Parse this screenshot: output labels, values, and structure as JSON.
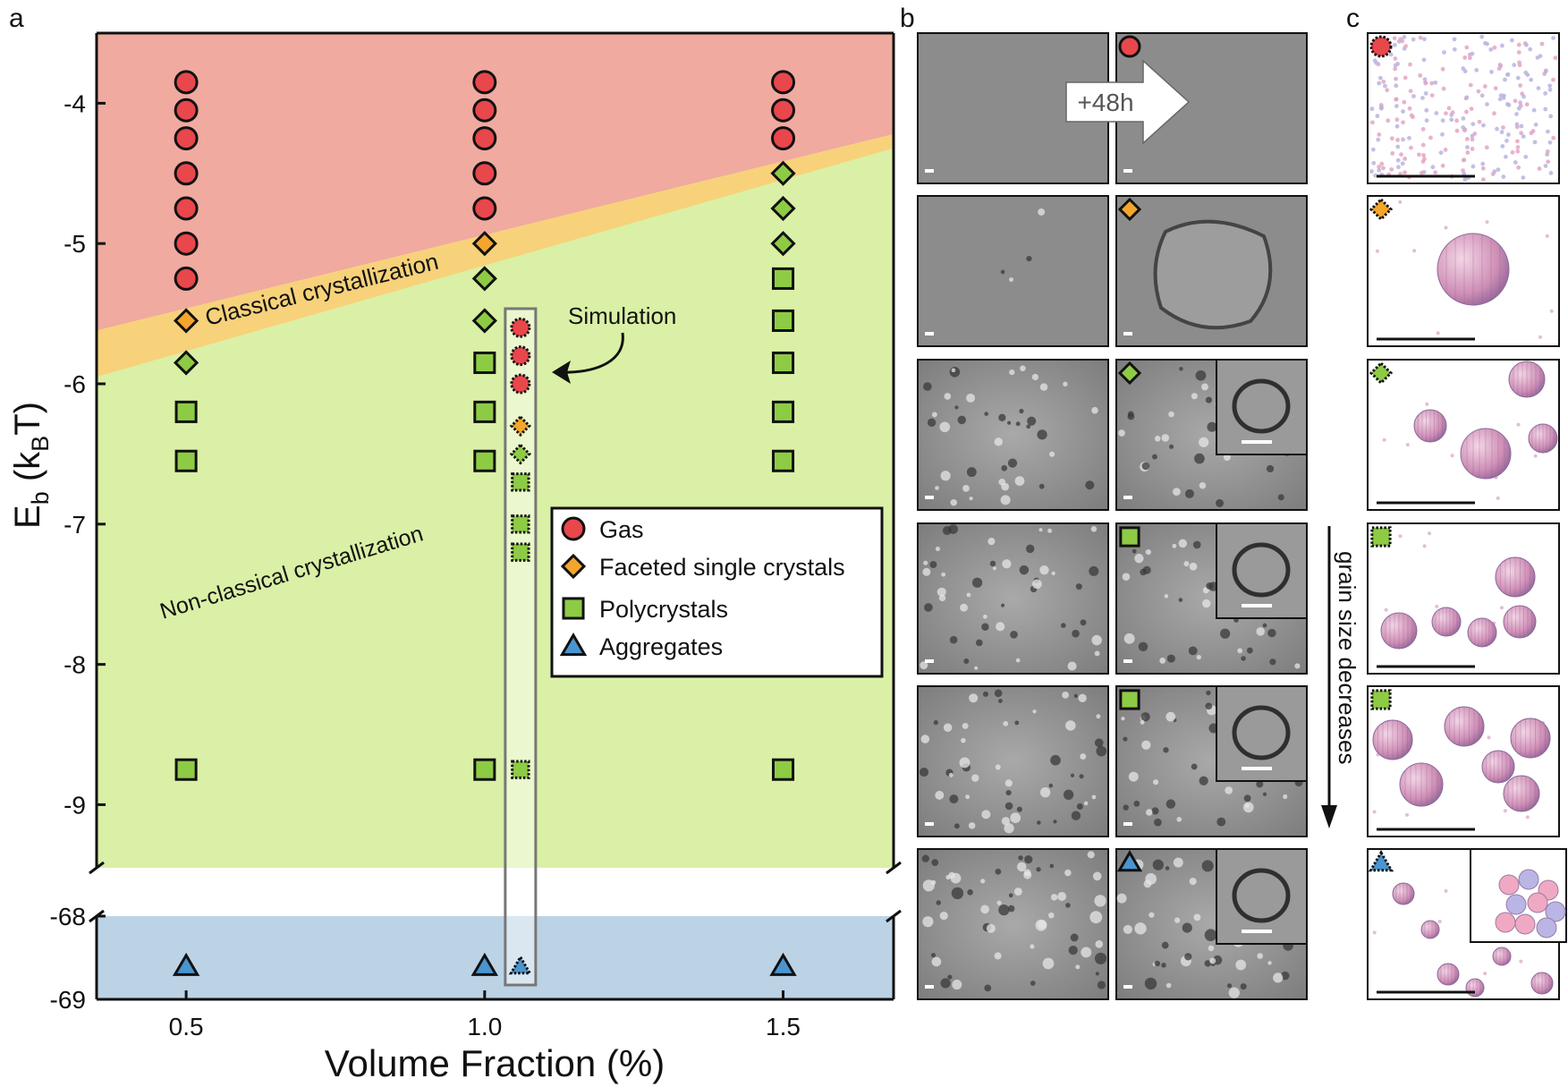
{
  "panel_labels": [
    "a",
    "b",
    "c"
  ],
  "chart_data": {
    "type": "scatter",
    "xlabel": "Volume Fraction (%)",
    "ylabel_main": "E",
    "ylabel_sub": "b",
    "ylabel_unit_open": " (k",
    "ylabel_unit_sub": "B",
    "ylabel_unit_close": "T)",
    "x_ticks": [
      "0.5",
      "1.0",
      "1.5"
    ],
    "x_tick_values": [
      0.5,
      1.0,
      1.5
    ],
    "y_ticks_upper": [
      "-4",
      "-5",
      "-6",
      "-7",
      "-8",
      "-9"
    ],
    "y_tick_values_upper": [
      -4,
      -5,
      -6,
      -7,
      -8,
      -9
    ],
    "y_ticks_lower": [
      "-68",
      "-69"
    ],
    "y_tick_values_lower": [
      -68,
      -69
    ],
    "xlim": [
      0.35,
      1.685
    ],
    "ylim_upper": [
      -9.45,
      -3.5
    ],
    "ylim_lower": [
      -69,
      -68
    ],
    "axis_break": true,
    "regions": [
      {
        "name": "gas",
        "color": "#f0aaa0"
      },
      {
        "name": "classical",
        "color": "#f7d27a",
        "label": "Classical crystallization"
      },
      {
        "name": "nonclassical",
        "color": "#daf0a6",
        "label": "Non-classical crystallization"
      },
      {
        "name": "aggregates",
        "color": "#bcd3e6"
      }
    ],
    "boundary_gas_top": [
      [
        0.35,
        -5.62
      ],
      [
        1.685,
        -4.22
      ]
    ],
    "boundary_gas_bottom": [
      [
        0.35,
        -5.95
      ],
      [
        1.685,
        -4.32
      ]
    ],
    "series": [
      {
        "name": "Gas",
        "marker": "circle",
        "color": "#e8474b"
      },
      {
        "name": "Faceted single crystals",
        "marker": "diamond",
        "color": "#f4a52c"
      },
      {
        "name": "Polycrystals",
        "marker": "square",
        "color": "#8ecb45"
      },
      {
        "name": "Aggregates",
        "marker": "triangle",
        "color": "#4a95cf"
      }
    ],
    "green_diamond_color": "#8ecb45",
    "experiment_points": [
      {
        "x": 0.5,
        "y": -3.85,
        "m": "circle",
        "c": "#e8474b"
      },
      {
        "x": 0.5,
        "y": -4.05,
        "m": "circle",
        "c": "#e8474b"
      },
      {
        "x": 0.5,
        "y": -4.25,
        "m": "circle",
        "c": "#e8474b"
      },
      {
        "x": 0.5,
        "y": -4.5,
        "m": "circle",
        "c": "#e8474b"
      },
      {
        "x": 0.5,
        "y": -4.75,
        "m": "circle",
        "c": "#e8474b"
      },
      {
        "x": 0.5,
        "y": -5.0,
        "m": "circle",
        "c": "#e8474b"
      },
      {
        "x": 0.5,
        "y": -5.25,
        "m": "circle",
        "c": "#e8474b"
      },
      {
        "x": 0.5,
        "y": -5.55,
        "m": "diamond",
        "c": "#f4a52c"
      },
      {
        "x": 0.5,
        "y": -5.85,
        "m": "diamond",
        "c": "#8ecb45"
      },
      {
        "x": 0.5,
        "y": -6.2,
        "m": "square",
        "c": "#8ecb45"
      },
      {
        "x": 0.5,
        "y": -6.55,
        "m": "square",
        "c": "#8ecb45"
      },
      {
        "x": 0.5,
        "y": -8.75,
        "m": "square",
        "c": "#8ecb45"
      },
      {
        "x": 1.0,
        "y": -3.85,
        "m": "circle",
        "c": "#e8474b"
      },
      {
        "x": 1.0,
        "y": -4.05,
        "m": "circle",
        "c": "#e8474b"
      },
      {
        "x": 1.0,
        "y": -4.25,
        "m": "circle",
        "c": "#e8474b"
      },
      {
        "x": 1.0,
        "y": -4.5,
        "m": "circle",
        "c": "#e8474b"
      },
      {
        "x": 1.0,
        "y": -4.75,
        "m": "circle",
        "c": "#e8474b"
      },
      {
        "x": 1.0,
        "y": -5.0,
        "m": "diamond",
        "c": "#f4a52c"
      },
      {
        "x": 1.0,
        "y": -5.25,
        "m": "diamond",
        "c": "#8ecb45"
      },
      {
        "x": 1.0,
        "y": -5.55,
        "m": "diamond",
        "c": "#8ecb45"
      },
      {
        "x": 1.0,
        "y": -5.85,
        "m": "square",
        "c": "#8ecb45"
      },
      {
        "x": 1.0,
        "y": -6.2,
        "m": "square",
        "c": "#8ecb45"
      },
      {
        "x": 1.0,
        "y": -6.55,
        "m": "square",
        "c": "#8ecb45"
      },
      {
        "x": 1.0,
        "y": -8.75,
        "m": "square",
        "c": "#8ecb45"
      },
      {
        "x": 1.5,
        "y": -3.85,
        "m": "circle",
        "c": "#e8474b"
      },
      {
        "x": 1.5,
        "y": -4.05,
        "m": "circle",
        "c": "#e8474b"
      },
      {
        "x": 1.5,
        "y": -4.25,
        "m": "circle",
        "c": "#e8474b"
      },
      {
        "x": 1.5,
        "y": -4.5,
        "m": "diamond",
        "c": "#8ecb45"
      },
      {
        "x": 1.5,
        "y": -4.75,
        "m": "diamond",
        "c": "#8ecb45"
      },
      {
        "x": 1.5,
        "y": -5.0,
        "m": "diamond",
        "c": "#8ecb45"
      },
      {
        "x": 1.5,
        "y": -5.25,
        "m": "square",
        "c": "#8ecb45"
      },
      {
        "x": 1.5,
        "y": -5.55,
        "m": "square",
        "c": "#8ecb45"
      },
      {
        "x": 1.5,
        "y": -5.85,
        "m": "square",
        "c": "#8ecb45"
      },
      {
        "x": 1.5,
        "y": -6.2,
        "m": "square",
        "c": "#8ecb45"
      },
      {
        "x": 1.5,
        "y": -6.55,
        "m": "square",
        "c": "#8ecb45"
      },
      {
        "x": 1.5,
        "y": -8.75,
        "m": "square",
        "c": "#8ecb45"
      }
    ],
    "aggregate_points": [
      {
        "x": 0.5,
        "y": -68.6,
        "m": "triangle",
        "c": "#4a95cf"
      },
      {
        "x": 1.0,
        "y": -68.6,
        "m": "triangle",
        "c": "#4a95cf"
      },
      {
        "x": 1.5,
        "y": -68.6,
        "m": "triangle",
        "c": "#4a95cf"
      }
    ],
    "simulation_x": 1.06,
    "simulation_points": [
      {
        "y": -5.6,
        "m": "circle",
        "c": "#e8474b"
      },
      {
        "y": -5.8,
        "m": "circle",
        "c": "#e8474b"
      },
      {
        "y": -6.0,
        "m": "circle",
        "c": "#e8474b"
      },
      {
        "y": -6.3,
        "m": "diamond",
        "c": "#f4a52c"
      },
      {
        "y": -6.5,
        "m": "diamond",
        "c": "#8ecb45"
      },
      {
        "y": -6.7,
        "m": "square",
        "c": "#8ecb45"
      },
      {
        "y": -7.0,
        "m": "square",
        "c": "#8ecb45"
      },
      {
        "y": -7.2,
        "m": "square",
        "c": "#8ecb45"
      },
      {
        "y": -8.75,
        "m": "square",
        "c": "#8ecb45"
      }
    ],
    "simulation_agg": {
      "y": -68.6,
      "m": "triangle",
      "c": "#4a95cf"
    },
    "simulation_label": "Simulation",
    "legend_position": "right-middle"
  },
  "panel_b": {
    "arrow_text": "+48h",
    "side_label": "grain size decreases",
    "rows": [
      {
        "marker": "circle",
        "color": "#e8474b",
        "inset": false
      },
      {
        "marker": "diamond",
        "color": "#f4a52c",
        "inset": false
      },
      {
        "marker": "diamond",
        "color": "#8ecb45",
        "inset": true
      },
      {
        "marker": "square",
        "color": "#8ecb45",
        "inset": true
      },
      {
        "marker": "square",
        "color": "#8ecb45",
        "inset": true
      },
      {
        "marker": "triangle",
        "color": "#4a95cf",
        "inset": true
      }
    ]
  },
  "panel_c": {
    "rows": [
      {
        "marker": "circle",
        "color": "#e8474b",
        "kind": "gas"
      },
      {
        "marker": "diamond",
        "color": "#f4a52c",
        "kind": "single"
      },
      {
        "marker": "diamond",
        "color": "#8ecb45",
        "kind": "few"
      },
      {
        "marker": "square",
        "color": "#8ecb45",
        "kind": "poly"
      },
      {
        "marker": "square",
        "color": "#8ecb45",
        "kind": "poly2"
      },
      {
        "marker": "triangle",
        "color": "#4a95cf",
        "kind": "agg"
      }
    ]
  }
}
